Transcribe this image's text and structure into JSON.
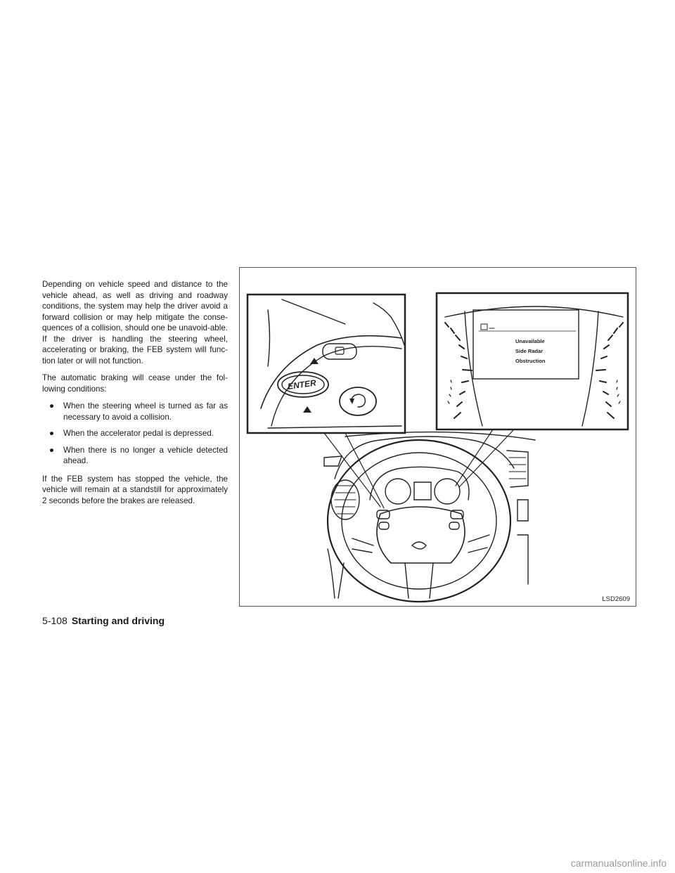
{
  "body": {
    "para1": "Depending on vehicle speed and distance to the vehicle ahead, as well as driving and roadway conditions, the system may help the driver avoid a forward collision or may help mitigate the conse-quences of a collision, should one be unavoid-able. If the driver is handling the steering wheel, accelerating or braking, the FEB system will func-tion later or will not function.",
    "para2": "The automatic braking will cease under the fol-lowing conditions:",
    "bullets": [
      "When the steering wheel is turned as far as necessary to avoid a collision.",
      "When the accelerator pedal is depressed.",
      "When there is no longer a vehicle detected ahead."
    ],
    "bullet_symbol": "●",
    "para3": "If the FEB system has stopped the vehicle, the vehicle will remain at a standstill for approximately 2 seconds before the brakes are released."
  },
  "figure": {
    "enter_label": "ENTER",
    "display_lines": [
      "Unavailable",
      "Side Radar",
      "Obstruction"
    ],
    "code": "LSD2609"
  },
  "footer": {
    "page_number": "5-108",
    "section": "Starting and driving"
  },
  "watermark": "carmanualsonline.info"
}
